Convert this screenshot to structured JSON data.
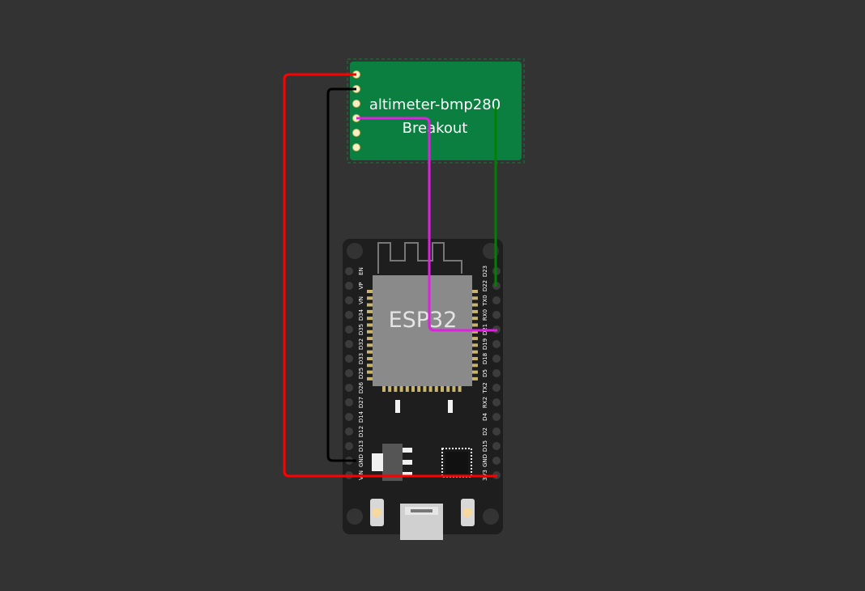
{
  "canvas": {
    "background": "#333333"
  },
  "breakout": {
    "title_line1": "altimeter-bmp280",
    "title_line2": "Breakout",
    "color": "#0a7f3f"
  },
  "esp32": {
    "chip_label": "ESP32",
    "board_color": "#1e1e1e",
    "left_pins": [
      "EN",
      "VP",
      "VN",
      "D34",
      "D35",
      "D32",
      "D33",
      "D25",
      "D26",
      "D27",
      "D14",
      "D12",
      "D13",
      "GND",
      "VIN"
    ],
    "right_pins": [
      "D23",
      "D22",
      "TX0",
      "RX0",
      "D21",
      "D19",
      "D18",
      "D5",
      "TX2",
      "RX2",
      "D4",
      "D2",
      "D15",
      "GND",
      "3V3"
    ]
  },
  "wires": [
    {
      "name": "wire-red",
      "color": "#ff0000"
    },
    {
      "name": "wire-black",
      "color": "#000000"
    },
    {
      "name": "wire-magenta",
      "color": "#e020e0"
    },
    {
      "name": "wire-green",
      "color": "#008000"
    }
  ]
}
